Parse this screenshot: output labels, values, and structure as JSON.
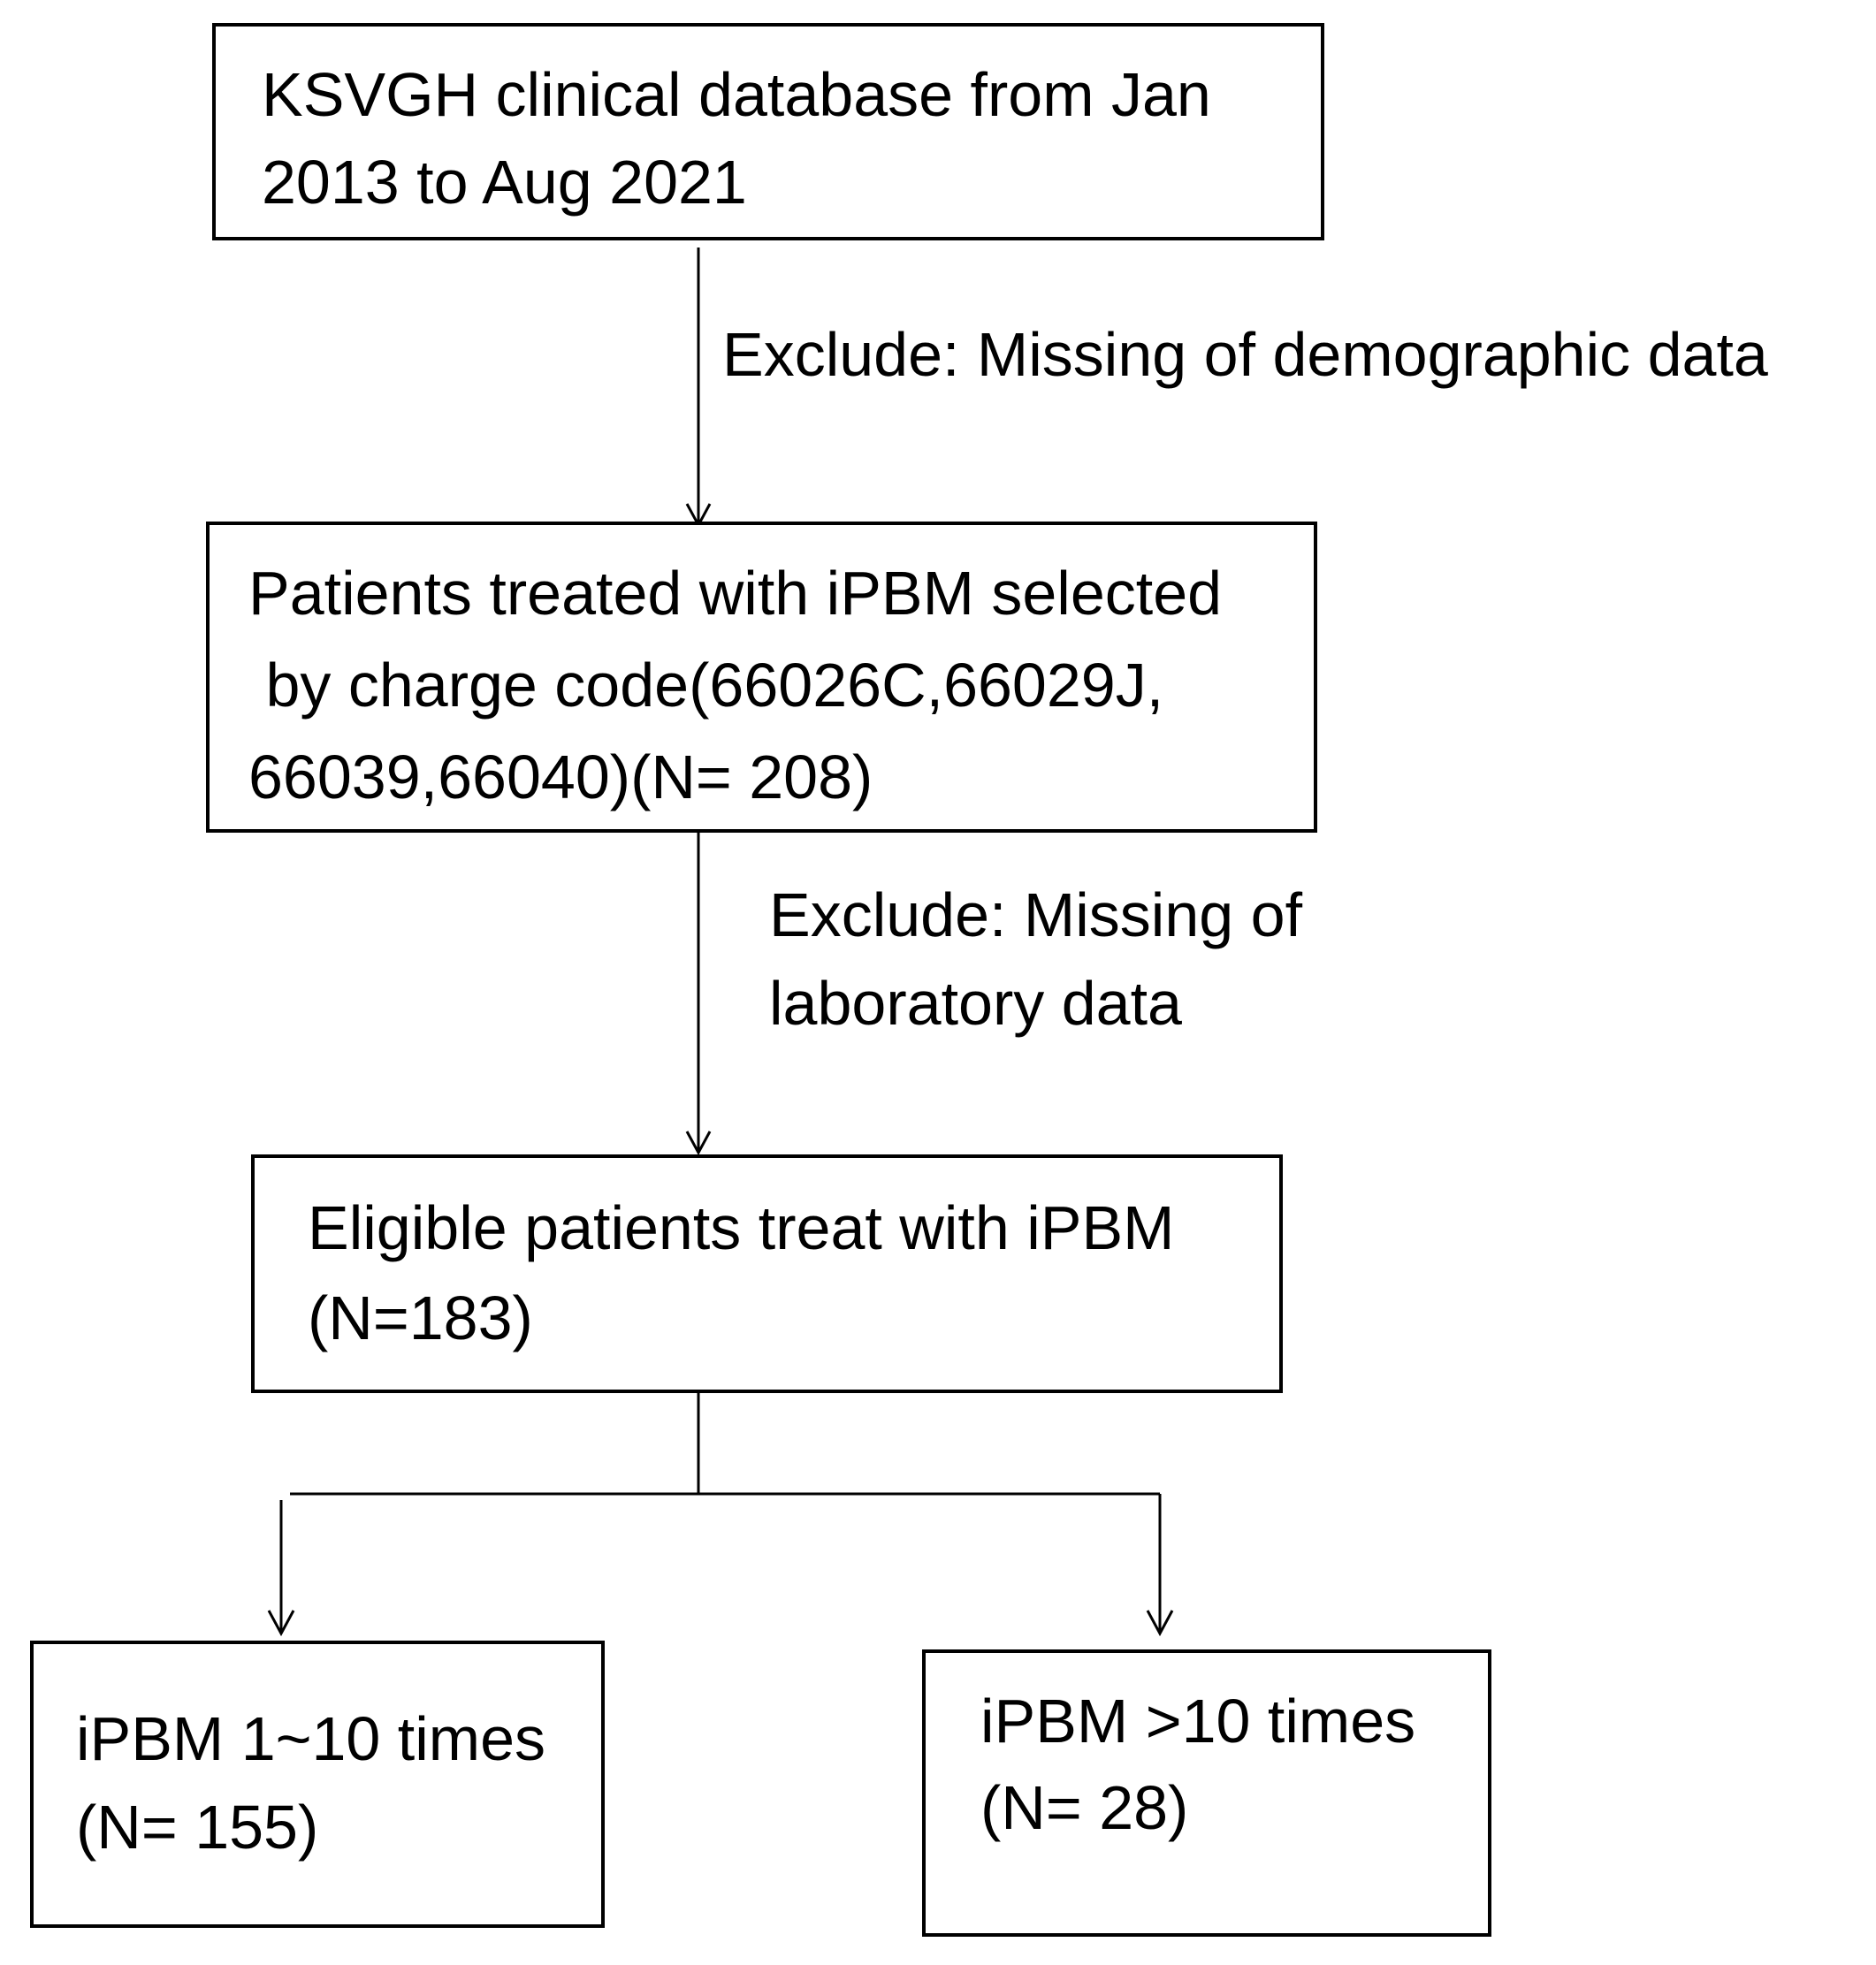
{
  "nodes": {
    "source": {
      "lines": [
        "KSVGH clinical database from Jan",
        "2013 to Aug 2021"
      ]
    },
    "selected": {
      "lines": [
        "Patients treated with iPBM selected",
        " by charge code(66026C,66029J,",
        "66039,66040)(N= 208)"
      ]
    },
    "eligible": {
      "lines": [
        "Eligible patients treat with iPBM",
        "(N=183)"
      ]
    },
    "group_low": {
      "lines": [
        "iPBM 1~10 times",
        "(N= 155)"
      ]
    },
    "group_high": {
      "lines": [
        "iPBM >10 times",
        "(N= 28)"
      ]
    }
  },
  "exclusions": {
    "first": {
      "lines": [
        "Exclude: Missing of demographic data"
      ]
    },
    "second": {
      "lines": [
        "Exclude: Missing of",
        "laboratory data"
      ]
    }
  },
  "colors": {
    "stroke": "#000000",
    "background": "#ffffff"
  }
}
